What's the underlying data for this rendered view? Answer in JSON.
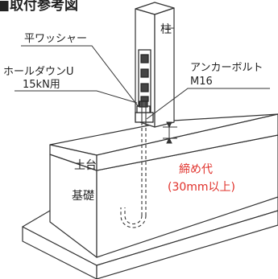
{
  "title": "■取付参考図",
  "labels": {
    "washer": "平ワッシャー",
    "holdown_line1": "ホールダウンU",
    "holdown_line2": "15kN用",
    "post": "柱",
    "anchor_line1": "アンカーボルト",
    "anchor_line2": "M16",
    "sill": "土台",
    "foundation": "基礎",
    "margin_line1": "締め代",
    "margin_line2": "(30mm以上)"
  },
  "colors": {
    "line": "#333333",
    "accent": "#e0302a"
  }
}
